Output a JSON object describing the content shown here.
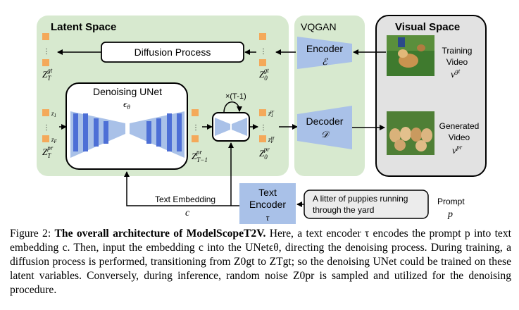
{
  "figure": {
    "latent_space_label": "Latent Space",
    "vqgan_label": "VQGAN",
    "visual_space_label": "Visual Space",
    "diffusion_process_label": "Diffusion Process",
    "denoising_unet_label": "Denoising UNet",
    "denoising_unet_symbol": "ϵθ",
    "encoder_label": "Encoder",
    "encoder_symbol": "ℰ",
    "decoder_label": "Decoder",
    "decoder_symbol": "𝒟",
    "repeat_label": "×(T-1)",
    "training_video_label_line1": "Training",
    "training_video_label_line2": "Video",
    "training_video_symbol": "v^gt",
    "generated_video_label_line1": "Generated",
    "generated_video_label_line2": "Video",
    "generated_video_symbol": "v^pr",
    "text_embedding_label": "Text Embedding",
    "text_embedding_symbol": "c",
    "text_encoder_line1": "Text",
    "text_encoder_line2": "Encoder",
    "text_encoder_symbol": "τ",
    "prompt_text_line1": "A litter of puppies running",
    "prompt_text_line2": "through the yard",
    "prompt_label": "Prompt",
    "prompt_symbol": "p",
    "z_labels": {
      "zT_gt": "Z_T^gt",
      "z0_gt": "Z_0^gt",
      "zT_pr": "Z_T^pr",
      "zT1_pr": "Z_T−1^pr",
      "z0_pr": "Z_0^pr",
      "z1": "z1",
      "zF": "zF",
      "z1_pr": "z1^pr",
      "zF_pr": "zF^pr"
    },
    "colors": {
      "latent_bg": "#d7e9cf",
      "vqgan_bg": "#d7e9cf",
      "visual_bg": "#e0e0e0",
      "block_blue": "#4d6fd6",
      "block_light_blue": "#a9c1e8",
      "latent_orange": "#f4a95a"
    }
  },
  "caption": {
    "prefix": "Figure 2:",
    "bold": "The overall architecture of ModelScopeT2V.",
    "body": " Here, a text encoder τ encodes the prompt p into text embedding c. Then, input the embedding c into the UNetϵθ, directing the denoising process. During training, a diffusion process is performed, transitioning from Z0gt to ZTgt; so the denoising UNet could be trained on these latent variables. Conversely, during inference, random noise Z0pr is sampled and utilized for the denoising procedure."
  }
}
